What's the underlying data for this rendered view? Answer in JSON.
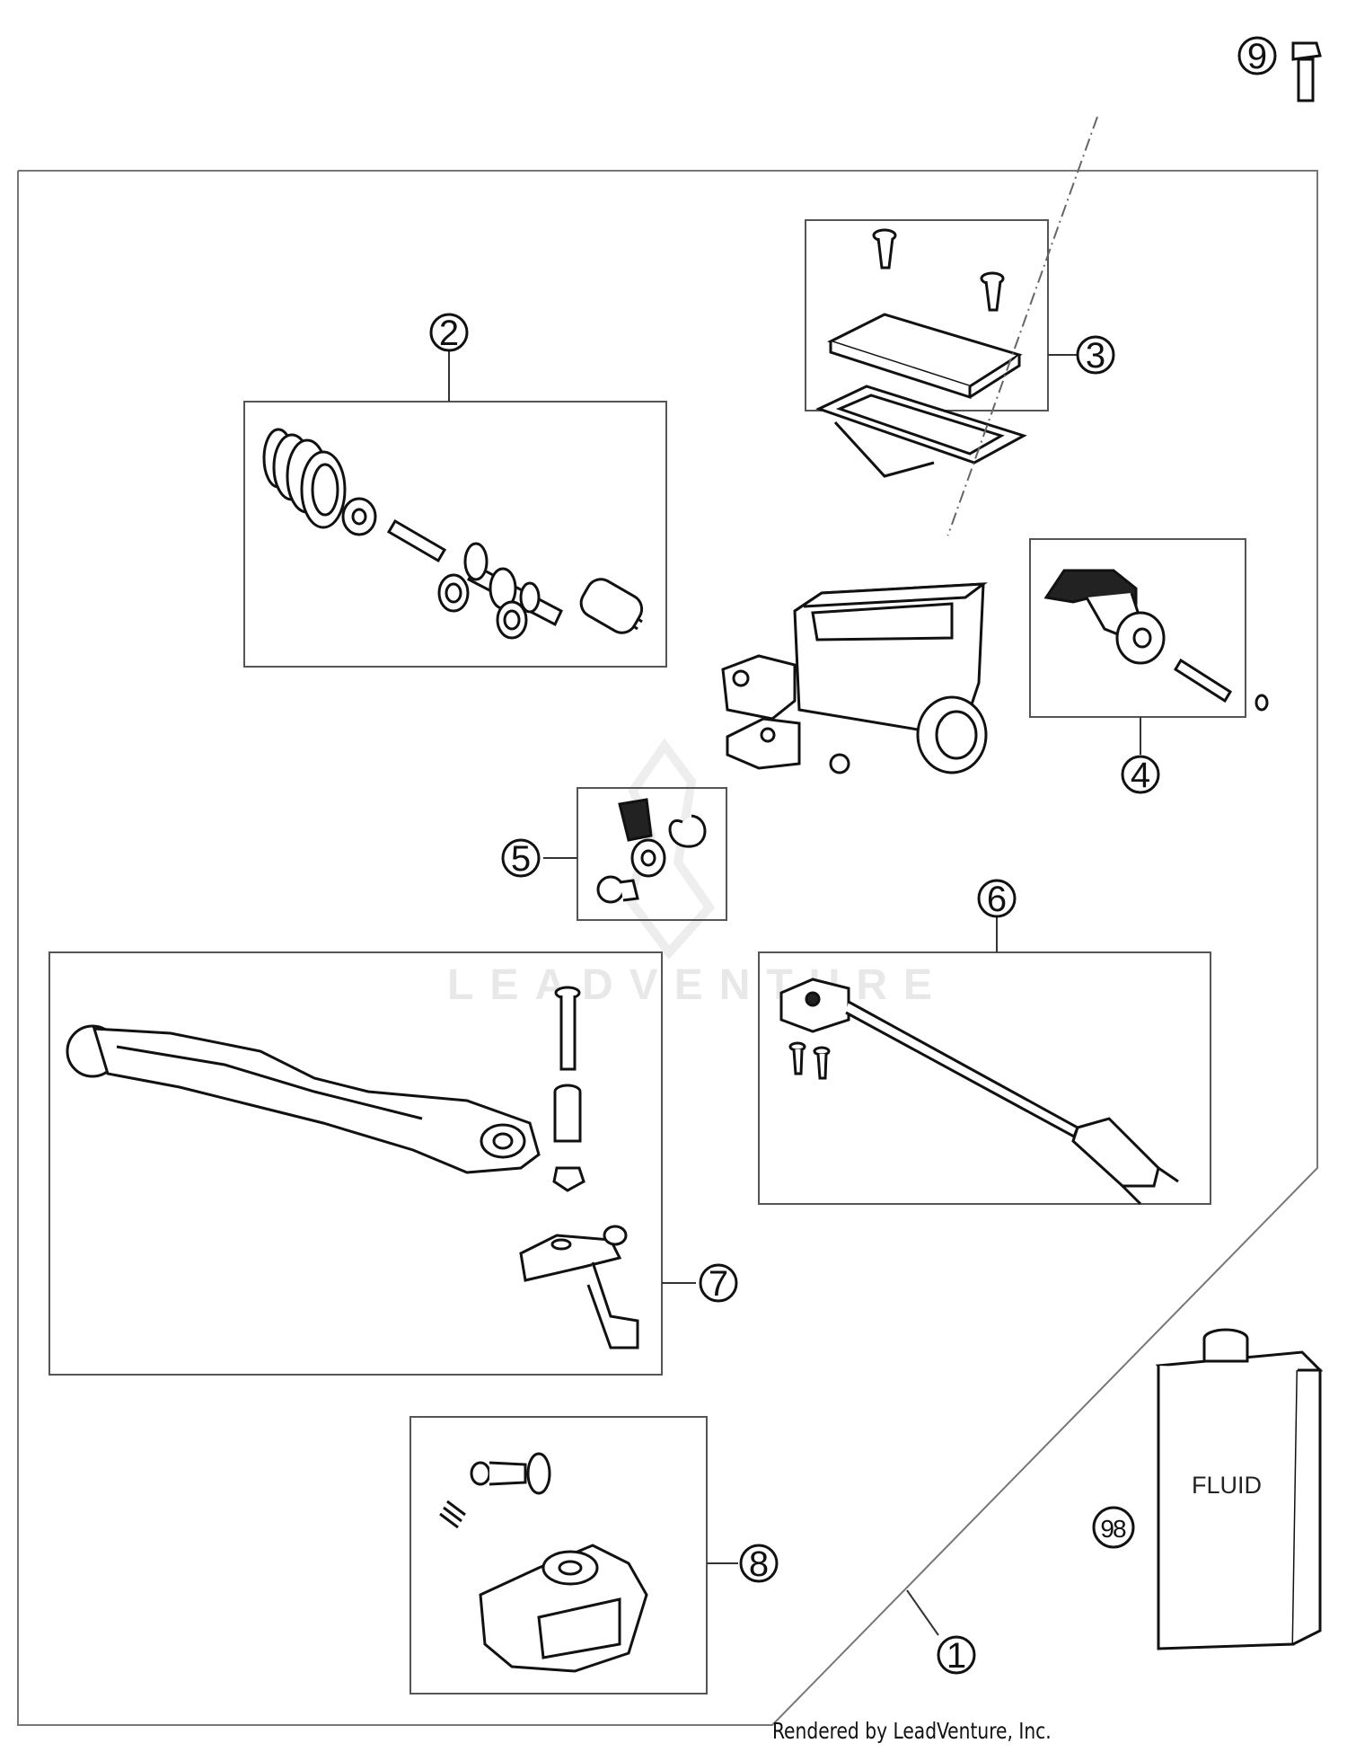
{
  "callouts": {
    "c1": "1",
    "c2": "2",
    "c3": "3",
    "c4": "4",
    "c5": "5",
    "c6": "6",
    "c7": "7",
    "c8": "8",
    "c9": "9",
    "c98": "98"
  },
  "fluid_label": "FLUID",
  "watermark": "LEADVENTURE",
  "footer": "Rendered by LeadVenture, Inc."
}
